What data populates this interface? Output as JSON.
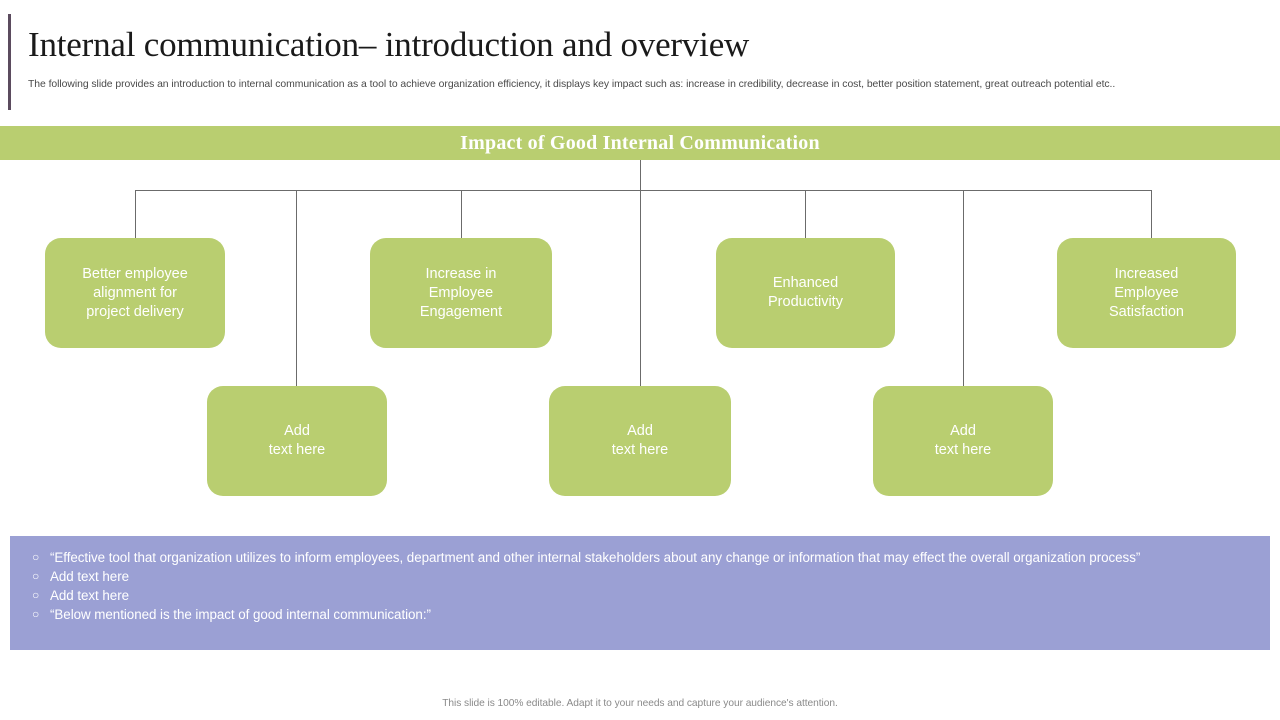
{
  "header": {
    "title": "Internal communication– introduction and overview",
    "subtitle": "The following slide provides an introduction to internal communication as a tool to achieve organization efficiency,  it displays key impact such as: increase in credibility, decrease in cost, better position statement, great outreach potential etc..",
    "accent_color": "#5b4b5e"
  },
  "banner": {
    "text": "Impact of Good Internal Communication",
    "background_color": "#b9ce70",
    "text_color": "#ffffff"
  },
  "diagram": {
    "node_color": "#b9ce70",
    "node_text_color": "#ffffff",
    "connector_color": "#6b6b6b",
    "top_nodes": [
      {
        "label": "Better employee\nalignment for\nproject delivery"
      },
      {
        "label": "Increase  in\nEmployee\nEngagement"
      },
      {
        "label": "Enhanced\nProductivity"
      },
      {
        "label": "Increased\nEmployee\nSatisfaction"
      }
    ],
    "bottom_nodes": [
      {
        "label": "Add\ntext here"
      },
      {
        "label": "Add\ntext here"
      },
      {
        "label": "Add\ntext here"
      }
    ]
  },
  "takeaways": {
    "background_color": "#9ba0d4",
    "bullet_glyph": "○",
    "items": [
      "“Effective tool that organization utilizes to inform employees, department and other internal stakeholders about any change or information that may effect the overall organization process”",
      "Add text here",
      "Add text here",
      "“Below mentioned is the impact of good internal communication:”"
    ]
  },
  "footer": {
    "text": "This slide is 100% editable. Adapt it to your needs and capture your audience's attention."
  }
}
